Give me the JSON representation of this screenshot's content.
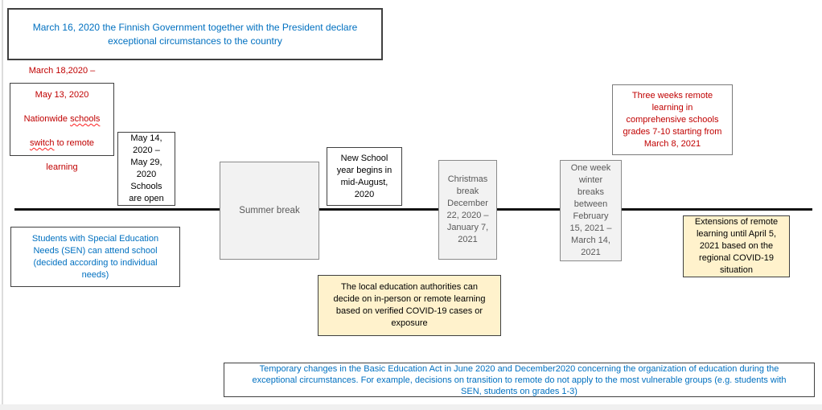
{
  "slide": {
    "background": "#ffffff",
    "colors": {
      "blue_text": "#0070C0",
      "red_text": "#C00000",
      "gray_box_text": "#595959",
      "yellow_fill": "#FFF2CC",
      "gray_fill": "#F2F2F2",
      "timeline_line": "#121212"
    }
  },
  "boxes": {
    "declaration": {
      "text": "March 16, 2020 the Finnish Government together with the President declare\nexceptional circumstances to the country"
    },
    "remote_switch": {
      "line1": "March 18,2020 –",
      "line2": "May 13, 2020",
      "line3_pre": "Nationwide ",
      "line3_misspelled": "schools",
      "line4_misspelled": "switch",
      "line4_post": " to remote",
      "line5": "learning"
    },
    "schools_open": {
      "text": "May 14,\n2020 –\nMay 29,\n2020\nSchools\nare open"
    },
    "summer_break": {
      "text": "Summer break"
    },
    "new_school_year": {
      "text": "New School\nyear begins in\nmid-August,\n2020"
    },
    "christmas_break": {
      "text": "Christmas\nbreak\nDecember\n22, 2020 –\nJanuary 7,\n2021"
    },
    "winter_break": {
      "text": "One week\nwinter\nbreaks\nbetween\nFebruary\n15, 2021 –\nMarch 14,\n2021"
    },
    "three_weeks_remote": {
      "text": "Three weeks remote\nlearning in\ncomprehensive schools\ngrades 7-10 starting from\nMarch 8, 2021"
    },
    "extensions_remote": {
      "text": "Extensions of remote\nlearning until April 5,\n2021 based on the\nregional COVID-19\nsituation"
    },
    "sen_attendance": {
      "text": "Students with Special Education\nNeeds (SEN) can attend school\n(decided according to individual\nneeds)"
    },
    "local_authorities": {
      "text": "The local education authorities can\ndecide on in-person or remote learning\nbased on verified COVID-19 cases or\nexposure"
    },
    "basic_education_act": {
      "text": "Temporary changes in the Basic Education Act in June 2020 and December2020 concerning the organization of education during the\nexceptional circumstances. For example, decisions on transition to remote do not apply to the most vulnerable groups (e.g. students with\nSEN, students on grades 1-3)"
    }
  }
}
